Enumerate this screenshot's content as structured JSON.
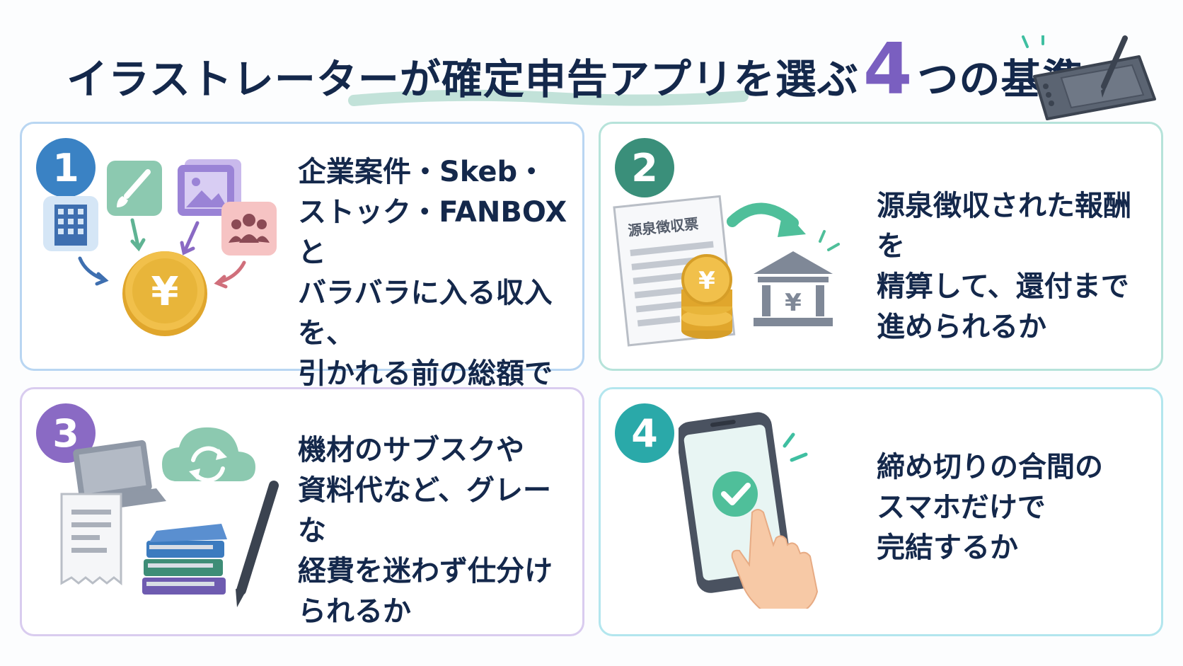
{
  "title": {
    "before": "イラストレーターが確定申告アプリを選ぶ",
    "number": "4",
    "after": "つの基準"
  },
  "cards": [
    {
      "number": "1",
      "text": "企業案件・Skeb・\nストック・FANBOXと\nバラバラに入る収入を、\n引かれる前の総額で\n記帳できるか",
      "yen": "¥"
    },
    {
      "number": "2",
      "text": "源泉徴収された報酬を\n精算して、還付まで\n進められるか",
      "doc_label": "源泉徴収票",
      "yen": "¥"
    },
    {
      "number": "3",
      "text": "機材のサブスクや\n資料代など、グレーな\n経費を迷わず仕分け\nられるか"
    },
    {
      "number": "4",
      "text": "締め切りの合間の\nスマホだけで\n完結するか"
    }
  ],
  "colors": {
    "navy": "#14284b",
    "badge1": "#3a82c4",
    "badge2": "#3a8f7a",
    "badge3": "#8a6ac4",
    "badge4": "#2aa9a9",
    "coin": "#e8b53a",
    "accent_green": "#4fbf9a"
  },
  "icons": [
    "building-icon",
    "paintbrush-icon",
    "image-icon",
    "people-icon",
    "yen-coin-icon",
    "document-icon",
    "arrow-icon",
    "bank-icon",
    "laptop-icon",
    "cloud-sync-icon",
    "receipt-icon",
    "books-icon",
    "pen-icon",
    "smartphone-icon",
    "checkmark-icon",
    "hand-icon",
    "pen-tablet-icon"
  ]
}
